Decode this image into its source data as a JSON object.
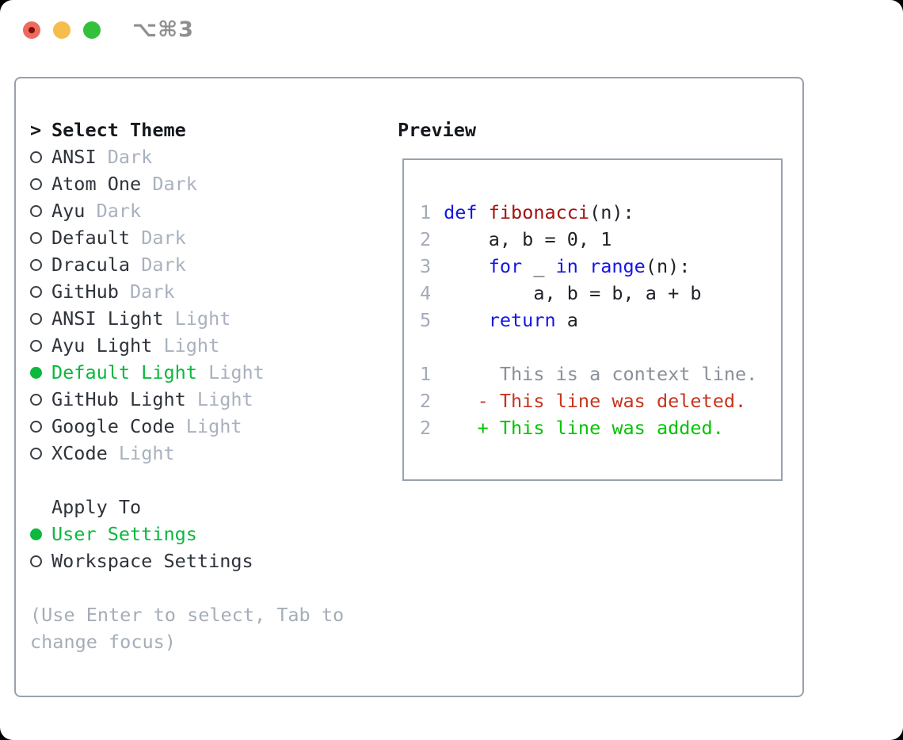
{
  "window": {
    "title": "⌥⌘3"
  },
  "titlebar": {
    "buttons": [
      {
        "name": "close-button",
        "color": "#EE6A5E"
      },
      {
        "name": "minimize-button",
        "color": "#F5BD4B"
      },
      {
        "name": "zoom-button",
        "color": "#33C13C"
      }
    ]
  },
  "colors": {
    "accent_green": "#0CB83E",
    "keyword_blue": "#1515E6",
    "function_red": "#A31212",
    "code_text": "#1E2228",
    "context_gray": "#8A9099",
    "deleted_red": "#C6351F",
    "added_green": "#00C300",
    "muted_label": "#A9B1BF",
    "line_number": "#A3ABB8",
    "border_gray": "#99A1AC",
    "help_gray": "#A4ADB8",
    "theme_name": "#2E333B"
  },
  "theme_picker": {
    "header_prefix": ">",
    "header": "Select Theme",
    "themes": [
      {
        "name": "ANSI",
        "variant": "Dark",
        "selected": false
      },
      {
        "name": "Atom One",
        "variant": "Dark",
        "selected": false
      },
      {
        "name": "Ayu",
        "variant": "Dark",
        "selected": false
      },
      {
        "name": "Default",
        "variant": "Dark",
        "selected": false
      },
      {
        "name": "Dracula",
        "variant": "Dark",
        "selected": false
      },
      {
        "name": "GitHub",
        "variant": "Dark",
        "selected": false
      },
      {
        "name": "ANSI Light",
        "variant": "Light",
        "selected": false
      },
      {
        "name": "Ayu Light",
        "variant": "Light",
        "selected": false
      },
      {
        "name": "Default Light",
        "variant": "Light",
        "selected": true
      },
      {
        "name": "GitHub Light",
        "variant": "Light",
        "selected": false
      },
      {
        "name": "Google Code",
        "variant": "Light",
        "selected": false
      },
      {
        "name": "XCode",
        "variant": "Light",
        "selected": false
      }
    ],
    "apply_to": {
      "header": "Apply To",
      "options": [
        {
          "label": "User Settings",
          "selected": true
        },
        {
          "label": "Workspace Settings",
          "selected": false
        }
      ]
    },
    "help_lines": [
      "(Use Enter to select, Tab to",
      "change focus)"
    ]
  },
  "preview": {
    "header": "Preview",
    "code_lines": [
      {
        "num": "1",
        "tokens": [
          {
            "t": "def",
            "c": "kw"
          },
          {
            "t": " ",
            "c": "code"
          },
          {
            "t": "fibonacci",
            "c": "fn"
          },
          {
            "t": "(n):",
            "c": "code"
          }
        ]
      },
      {
        "num": "2",
        "tokens": [
          {
            "t": "    a, b = 0, 1",
            "c": "code"
          }
        ]
      },
      {
        "num": "3",
        "tokens": [
          {
            "t": "    ",
            "c": "code"
          },
          {
            "t": "for",
            "c": "kw"
          },
          {
            "t": " _ ",
            "c": "code"
          },
          {
            "t": "in",
            "c": "kw"
          },
          {
            "t": " ",
            "c": "code"
          },
          {
            "t": "range",
            "c": "kw"
          },
          {
            "t": "(n):",
            "c": "code"
          }
        ]
      },
      {
        "num": "4",
        "tokens": [
          {
            "t": "        a, b = b, a + b",
            "c": "code"
          }
        ]
      },
      {
        "num": "5",
        "tokens": [
          {
            "t": "    ",
            "c": "code"
          },
          {
            "t": "return",
            "c": "kw"
          },
          {
            "t": " a",
            "c": "code"
          }
        ]
      },
      {
        "num": "",
        "tokens": []
      },
      {
        "num": "1",
        "tokens": [
          {
            "t": "     This is a context line.",
            "c": "ctx"
          }
        ]
      },
      {
        "num": "2",
        "tokens": [
          {
            "t": "   - This line was deleted.",
            "c": "del"
          }
        ]
      },
      {
        "num": "2",
        "tokens": [
          {
            "t": "   + This line was added.",
            "c": "add"
          }
        ]
      }
    ]
  }
}
